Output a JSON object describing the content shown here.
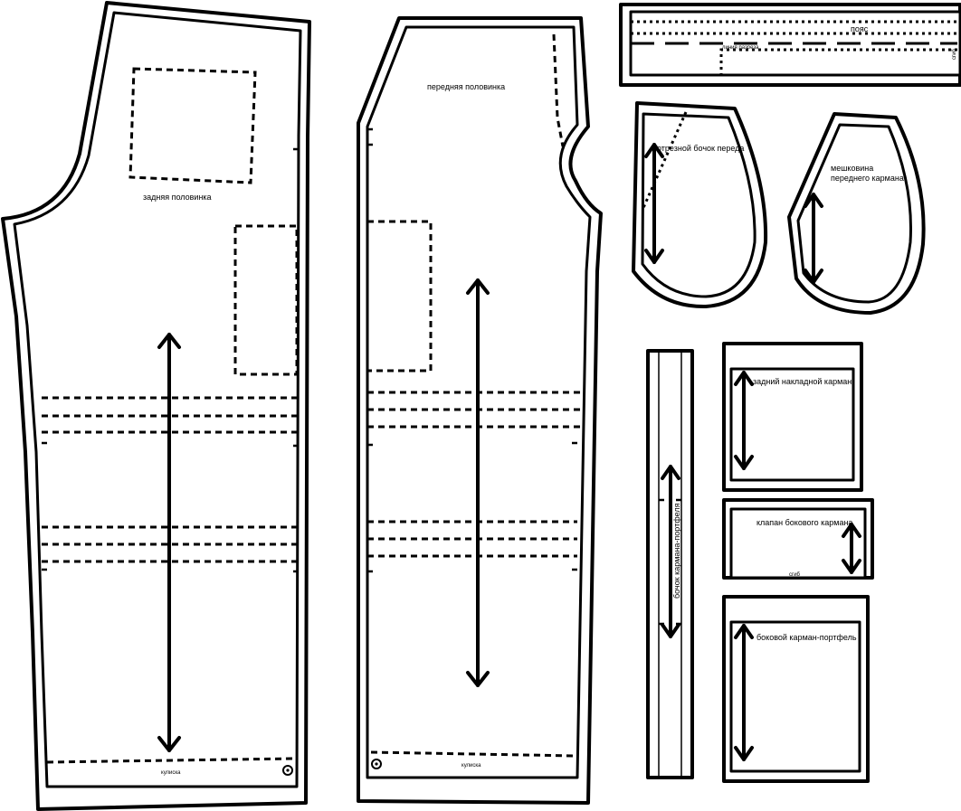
{
  "pieces": {
    "back_half": {
      "label": "задняя половинка",
      "hem_label": "кулиска"
    },
    "front_half": {
      "label": "передняя половинка",
      "hem_label": "кулиска"
    },
    "waistband": {
      "label": "пояс",
      "inner_label": "линия разреза",
      "edge_label": "сгиб"
    },
    "front_side_piece": {
      "label": "отрезной бочок переда"
    },
    "pocket_lining": {
      "label_line1": "мешковина",
      "label_line2": "переднего кармана"
    },
    "cargo_pocket_side": {
      "label": "бочок кармана-портфеля"
    },
    "back_patch_pocket": {
      "label": "задний накладной карман"
    },
    "side_pocket_flap": {
      "label": "клапан бокового кармана",
      "fold_label": "сгиб"
    },
    "cargo_pocket": {
      "label": "боковой карман-портфель"
    }
  }
}
